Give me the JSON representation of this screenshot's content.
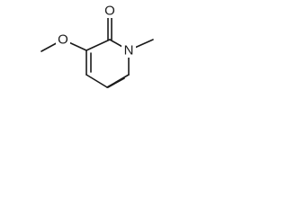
{
  "structure": {
    "atom_labels": {
      "carbonyl_oxygen": "O",
      "ether_oxygen": "O",
      "ring_nitrogen": "N"
    },
    "ink_color": "#1a1a1a",
    "background_color": "#ffffff"
  }
}
